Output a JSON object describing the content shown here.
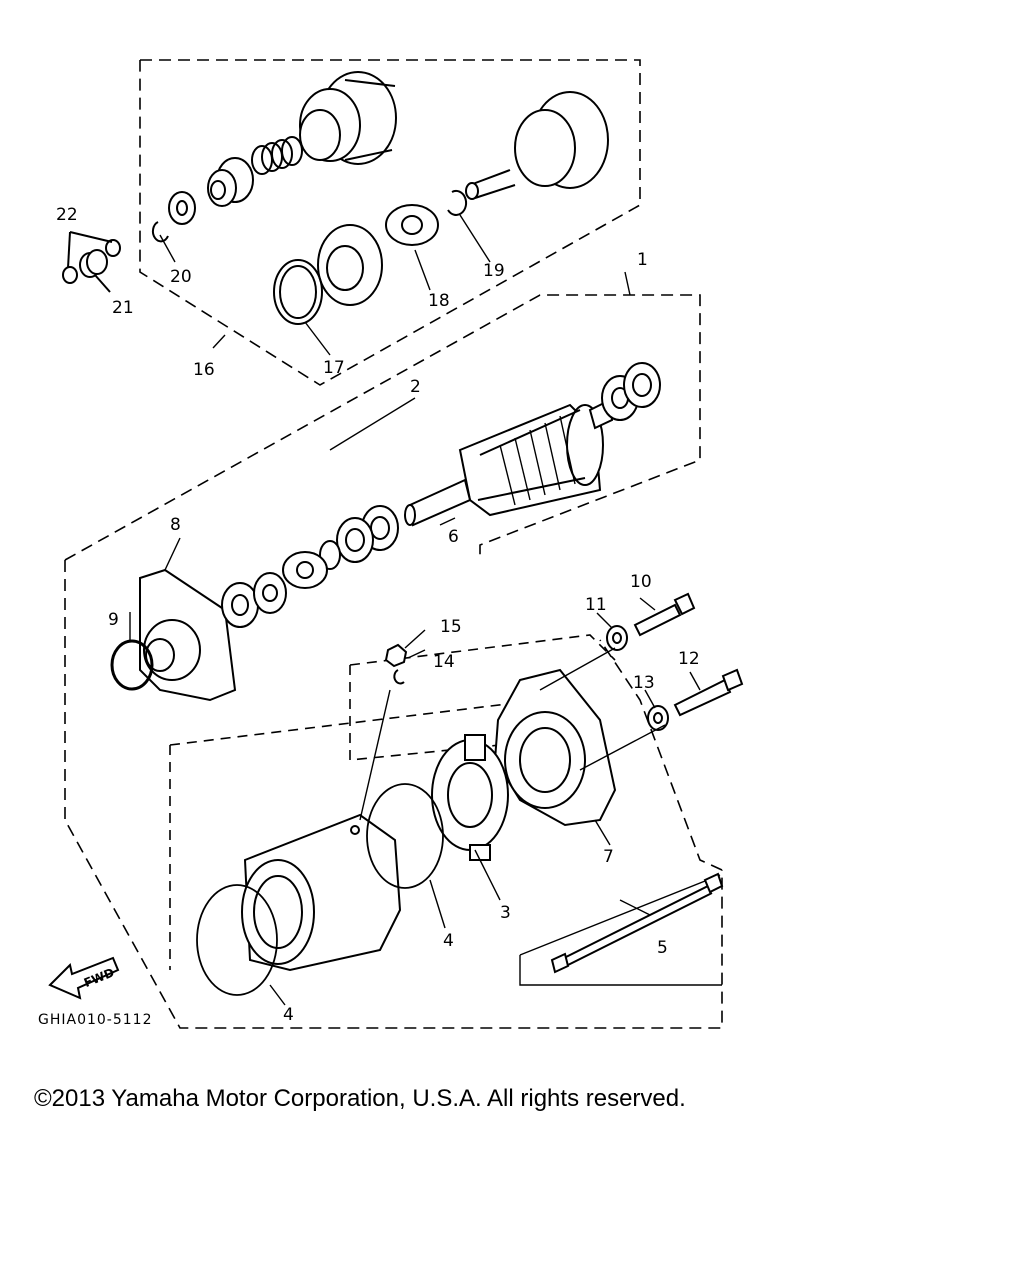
{
  "diagram": {
    "code": "GHIA010-5112",
    "fwd_label": "FWD",
    "callouts": [
      {
        "id": "c1",
        "num": "1"
      },
      {
        "id": "c2",
        "num": "2"
      },
      {
        "id": "c3",
        "num": "3"
      },
      {
        "id": "c4a",
        "num": "4"
      },
      {
        "id": "c4b",
        "num": "4"
      },
      {
        "id": "c5",
        "num": "5"
      },
      {
        "id": "c6",
        "num": "6"
      },
      {
        "id": "c7",
        "num": "7"
      },
      {
        "id": "c8",
        "num": "8"
      },
      {
        "id": "c9",
        "num": "9"
      },
      {
        "id": "c10",
        "num": "10"
      },
      {
        "id": "c11",
        "num": "11"
      },
      {
        "id": "c12",
        "num": "12"
      },
      {
        "id": "c13",
        "num": "13"
      },
      {
        "id": "c14",
        "num": "14"
      },
      {
        "id": "c15",
        "num": "15"
      },
      {
        "id": "c16",
        "num": "16"
      },
      {
        "id": "c17",
        "num": "17"
      },
      {
        "id": "c18",
        "num": "18"
      },
      {
        "id": "c19",
        "num": "19"
      },
      {
        "id": "c20",
        "num": "20"
      },
      {
        "id": "c21",
        "num": "21"
      },
      {
        "id": "c22",
        "num": "22"
      }
    ]
  },
  "footer": {
    "copyright": "©2013 Yamaha Motor Corporation, U.S.A. All rights reserved."
  }
}
